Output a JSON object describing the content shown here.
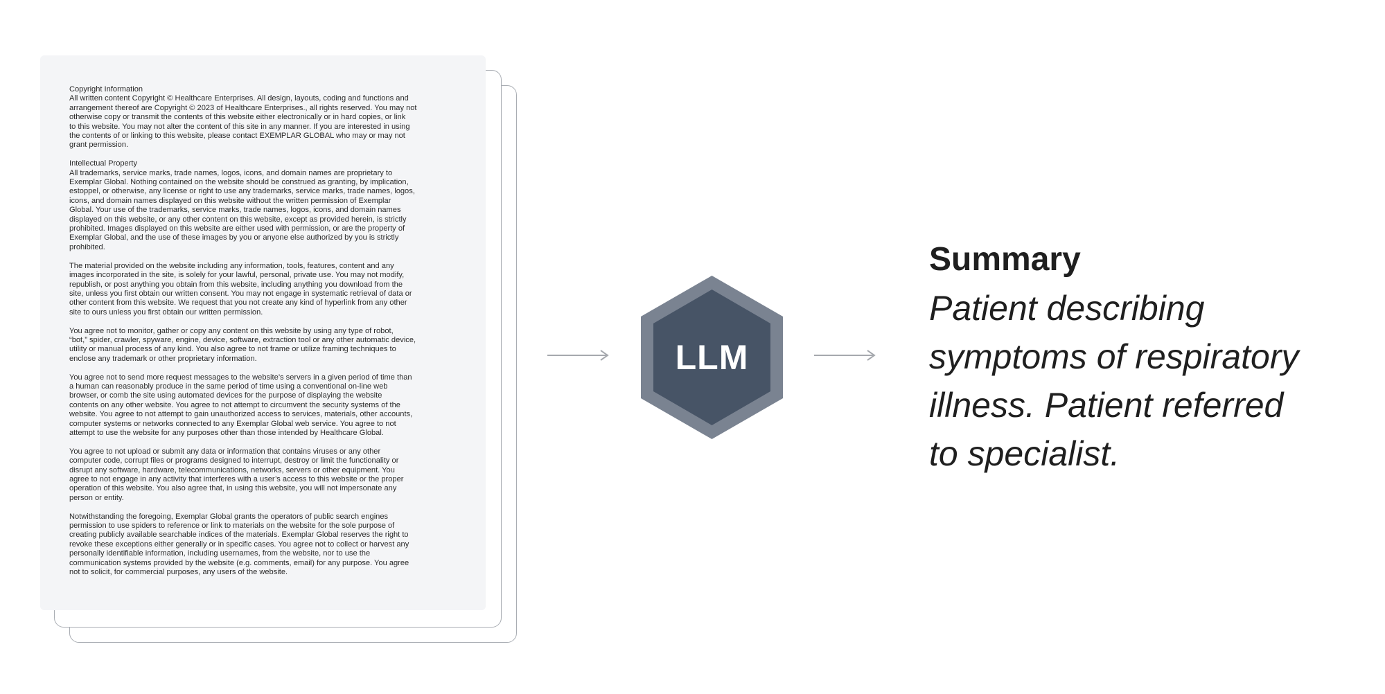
{
  "document": {
    "paragraphs": [
      "Copyright Information\nAll written content Copyright © Healthcare Enterprises. All design, layouts, coding and functions and\narrangement thereof are Copyright © 2023 of Healthcare Enterprises., all rights reserved. You may not\notherwise copy or transmit the contents of this website either electronically or in hard copies, or link\nto this website. You may not alter the content of this site in any manner. If you are interested in using\nthe contents of or linking to this website, please contact EXEMPLAR GLOBAL who may or may not\ngrant permission.",
      "Intellectual Property\nAll trademarks, service marks, trade names, logos, icons, and domain names are proprietary to\nExemplar Global. Nothing contained on the website should be construed as granting, by implication,\nestoppel, or otherwise, any license or right to use any trademarks, service marks, trade names, logos,\nicons, and domain names displayed on this website without the written permission of Exemplar\nGlobal. Your use of the trademarks, service marks, trade names, logos, icons, and domain names\ndisplayed on this website, or any other content on this website, except as provided herein, is strictly\nprohibited. Images displayed on this website are either used with permission, or are the property of\nExemplar Global, and the use of these images by you or anyone else authorized by you is strictly\nprohibited.",
      "The material provided on the website including any information, tools, features, content and any\nimages incorporated in the site, is solely for your lawful, personal, private use. You may not modify,\nrepublish, or post anything you obtain from this website, including anything you download from the\nsite, unless you first obtain our written consent. You may not engage in systematic retrieval of data or\nother content from this website. We request that you not create any kind of hyperlink from any other\nsite to ours unless you first obtain our written permission.",
      "You agree not to monitor, gather or copy any content on this website by using any type of robot,\n“bot,” spider, crawler, spyware, engine, device, software, extraction tool or any other automatic device,\nutility or manual process of any kind. You also agree to not frame or utilize framing techniques to\nenclose any trademark or other proprietary information.",
      "You agree not to send more request messages to the website’s servers in a given period of time than\na human can reasonably produce in the same period of time using a conventional on-line web\nbrowser, or comb the site using automated devices for the purpose of displaying the website\ncontents on any other website. You agree to not attempt to circumvent the security systems of the\nwebsite. You agree to not attempt to gain unauthorized access to services, materials, other accounts,\ncomputer systems or networks connected to any Exemplar Global web service. You agree to not\nattempt to use the website for any purposes other than those intended by Healthcare Global.",
      "You agree to not upload or submit any data or information that contains viruses or any other\ncomputer code, corrupt files or programs designed to interrupt, destroy or limit the functionality or\ndisrupt any software, hardware, telecommunications, networks, servers or other equipment. You\nagree to not engage in any activity that interferes with a user’s access to this website or the proper\noperation of this website. You also agree that, in using this website, you will not impersonate any\nperson or entity.",
      "Notwithstanding the foregoing, Exemplar Global grants the operators of public search engines\npermission to use spiders to reference or link to materials on the website for the sole purpose of\ncreating publicly available searchable indices of the materials. Exemplar Global reserves the right to\nrevoke these exceptions either generally or in specific cases. You agree not to collect or harvest any\npersonally identifiable information, including usernames, from the website, nor to use the\ncommunication systems provided by the website (e.g. comments, email) for any purpose. You agree\nnot to solicit, for commercial purposes, any users of the website."
    ]
  },
  "llm": {
    "label": "LLM",
    "outer_color": "#7a8391",
    "inner_color": "#475466"
  },
  "summary": {
    "title": "Summary",
    "lines": [
      "Patient describing",
      "symptoms of respiratory",
      "illness. Patient referred",
      "to specialist."
    ]
  },
  "colors": {
    "arrow": "#a6a9ae",
    "document_bg": "#f4f5f7",
    "stack_border": "#a9adb3",
    "text": "#1f1f1f"
  }
}
